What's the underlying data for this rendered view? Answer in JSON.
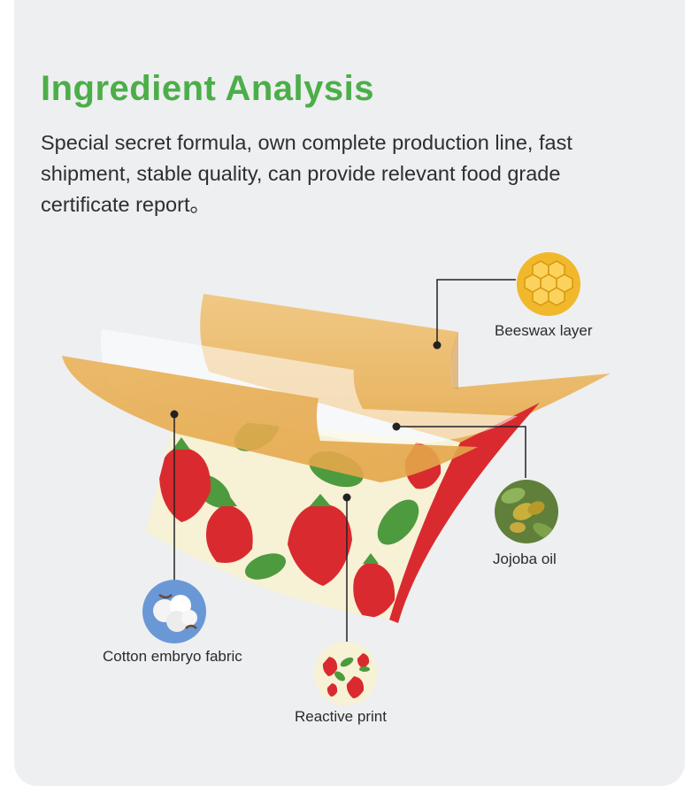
{
  "header": {
    "title": "Ingredient Analysis",
    "description": "Special secret formula, own complete production line, fast shipment, stable quality, can provide relevant food grade certificate report。"
  },
  "layers": [
    {
      "label": "Beeswax layer",
      "icon": "honeycomb-icon"
    },
    {
      "label": "Jojoba oil",
      "icon": "jojoba-fruit-icon"
    },
    {
      "label": "Cotton embryo fabric",
      "icon": "cotton-boll-icon"
    },
    {
      "label": "Reactive print",
      "icon": "strawberry-print-icon"
    }
  ],
  "colors": {
    "title": "#4cae48",
    "beeswax": "#e8ad52",
    "fabric": "#f7f1d6",
    "strawberry": "#d92b2f",
    "leaf": "#4e9a3e",
    "background": "#eeeff1"
  }
}
